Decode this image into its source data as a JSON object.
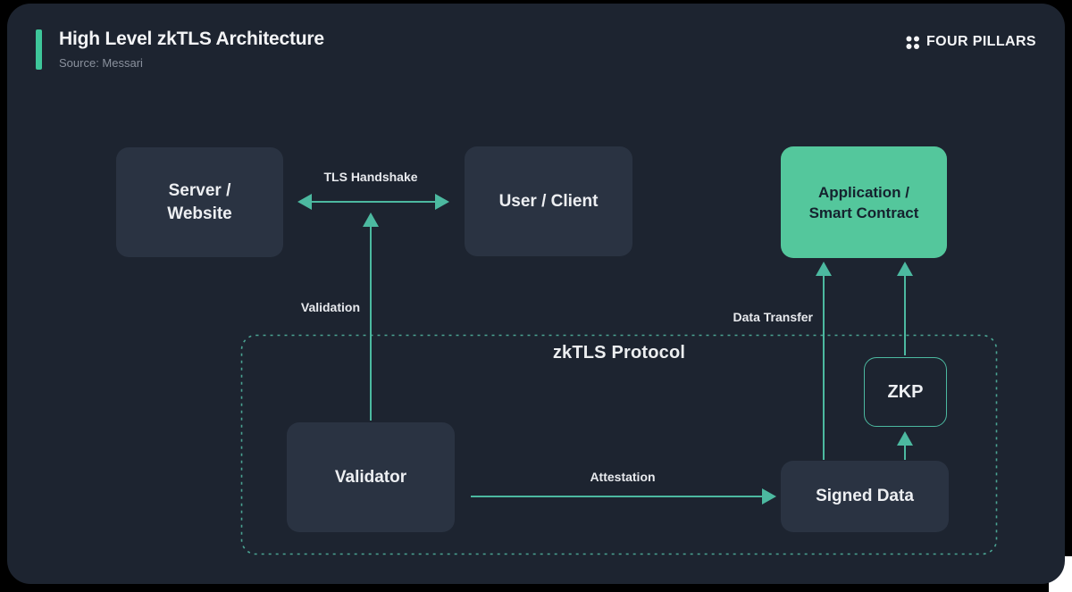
{
  "header": {
    "title": "High Level zkTLS Architecture",
    "source": "Source: Messari",
    "brand": "FOUR PILLARS"
  },
  "colors": {
    "accent": "#3ec69a",
    "arrow": "#4cb9a0",
    "dash": "#4aa392",
    "green_box": "#54c79c",
    "node_box": "#2a3342",
    "card_bg": "#1d2430",
    "page_bg": "#000000"
  },
  "protocol_container": {
    "label": "zkTLS Protocol"
  },
  "nodes": {
    "server": {
      "label": "Server / Website"
    },
    "user": {
      "label": "User / Client"
    },
    "application": {
      "label": "Application / Smart Contract"
    },
    "validator": {
      "label": "Validator"
    },
    "signed_data": {
      "label": "Signed Data"
    },
    "zkp": {
      "label": "ZKP"
    }
  },
  "edges": {
    "tls_handshake": {
      "label": "TLS Handshake",
      "from": "Server / Website",
      "to": "User / Client",
      "direction": "bidirectional"
    },
    "validation": {
      "label": "Validation",
      "from": "Validator",
      "to": "TLS Handshake link",
      "direction": "up"
    },
    "attestation": {
      "label": "Attestation",
      "from": "Validator",
      "to": "Signed Data",
      "direction": "right"
    },
    "data_transfer": {
      "label": "Data Transfer",
      "from": "Signed Data",
      "to": "Application / Smart Contract",
      "direction": "up"
    },
    "zkp_to_application": {
      "label": "",
      "from": "ZKP",
      "to": "Application / Smart Contract",
      "direction": "up"
    },
    "signed_data_to_zkp": {
      "label": "",
      "from": "Signed Data",
      "to": "ZKP",
      "direction": "up"
    }
  }
}
